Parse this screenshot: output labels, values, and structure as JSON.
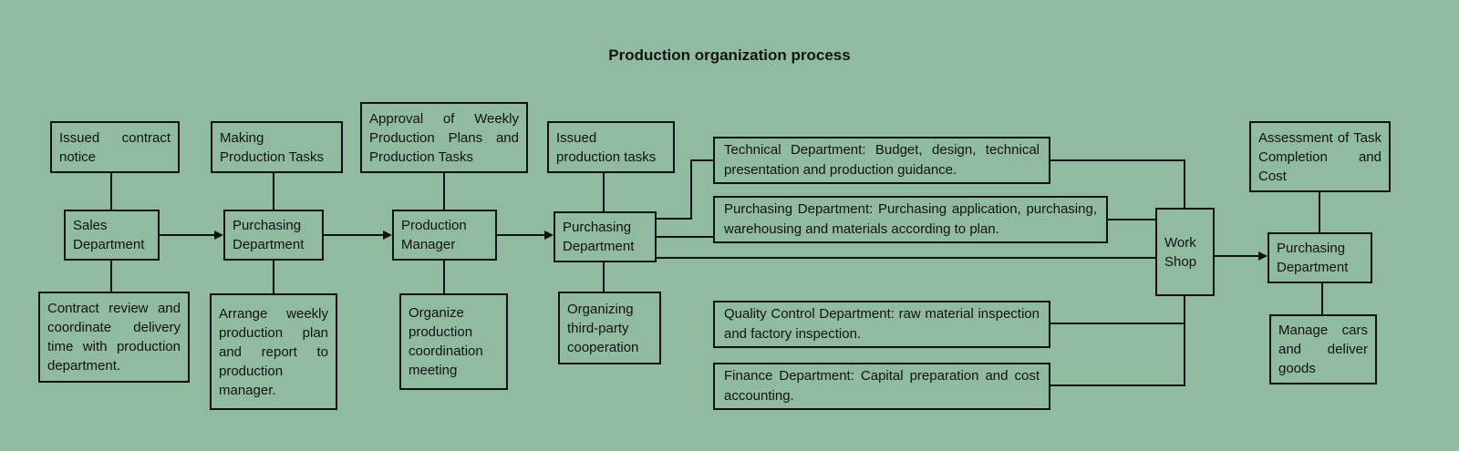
{
  "title": "Production organization process",
  "colors": {
    "background": "#90bba1",
    "line": "#121212",
    "text": "#121212"
  },
  "nodes": {
    "issued_contract_notice": "Issued contract notice",
    "making_production_tasks": "Making\nProduction Tasks",
    "approval_weekly": "Approval of Weekly Production Plans and Production Tasks",
    "issued_production_tasks": "Issued\nproduction tasks",
    "technical_department": "Technical Department: Budget, design, technical presentation and production guidance.",
    "assessment": "Assessment of Task Completion and Cost",
    "sales_department": "Sales Department",
    "purchasing_department_1": "Purchasing Department",
    "production_manager": "Production Manager",
    "purchasing_department_2": "Purchasing Department",
    "purchasing_department_detail": "Purchasing Department: Purchasing application, purchasing, warehousing and materials according to plan.",
    "work_shop": "Work Shop",
    "purchasing_department_3": "Purchasing Department",
    "contract_review": "Contract review and coordinate delivery time with production department.",
    "arrange_weekly": "Arrange weekly production plan and report to production manager.",
    "organize_meeting": "Organize production coordination meeting",
    "third_party": "Organizing third-party cooperation",
    "quality_control": "Quality Control Department: raw material inspection and factory inspection.",
    "finance": "Finance Department: Capital preparation and cost accounting.",
    "manage_cars": "Manage cars and deliver goods"
  }
}
